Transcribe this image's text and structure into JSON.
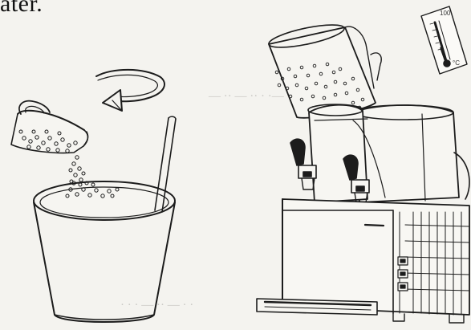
{
  "page": {
    "fragment_text": "ater.",
    "ghost_line_1": "— ·· — ·· · ·—",
    "ghost_line_2": "— ·· · · — —·· · —",
    "ghost_line_3": "· · · — ·· — · ·"
  },
  "thermometer": {
    "top_label": "100",
    "unit_label": "°C"
  },
  "illustrations": {
    "left": "pour-sugar-into-bucket-and-stir",
    "right": "pour-mixture-into-slush-machine"
  }
}
